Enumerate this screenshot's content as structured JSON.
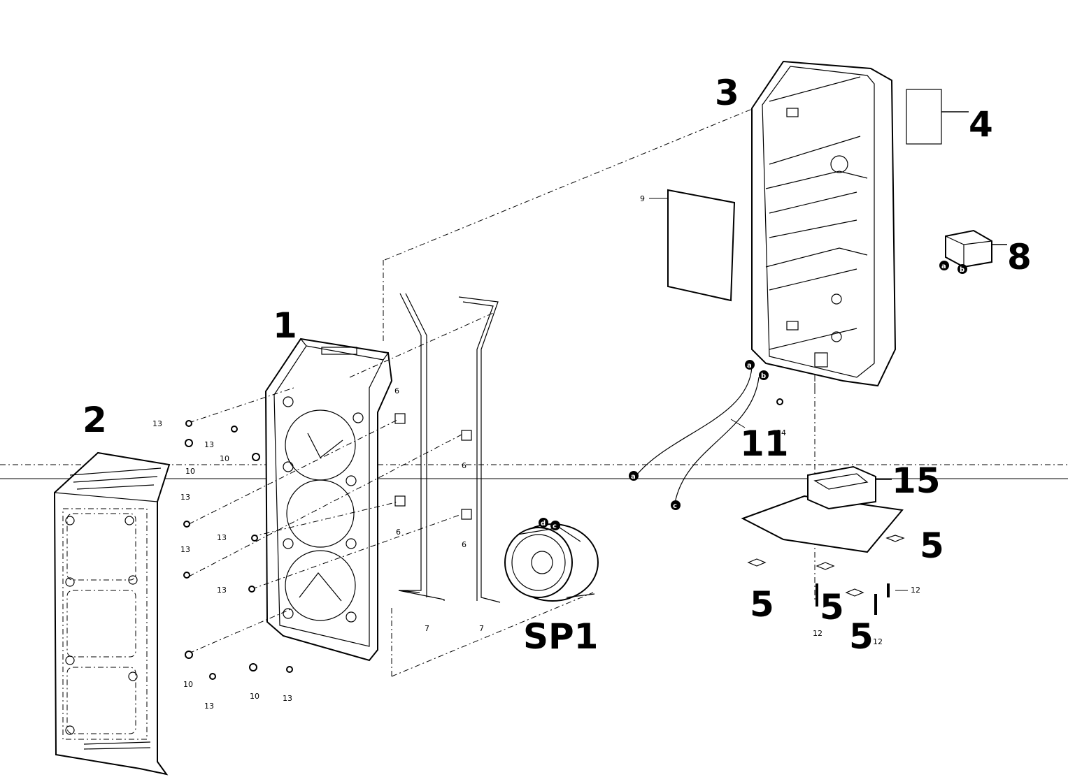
{
  "big_labels": {
    "p1": "1",
    "p2": "2",
    "p3": "3",
    "p4": "4",
    "p5a": "5",
    "p5b": "5",
    "p5c": "5",
    "p5d": "5",
    "p8": "8",
    "p11": "11",
    "p15": "15",
    "sp1": "SP1"
  },
  "small_labels": {
    "l13a": "13",
    "l13b": "13",
    "l13c": "13",
    "l13d": "13",
    "l13e": "13",
    "l13f": "13",
    "l13g": "13",
    "l13h": "13",
    "l10a": "10",
    "l10b": "10",
    "l10c": "10",
    "l10d": "10",
    "l6a": "6",
    "l6b": "6",
    "l6c": "6",
    "l6d": "6",
    "l7a": "7",
    "l7b": "7",
    "l9": "9",
    "l14": "14",
    "l12a": "12",
    "l12b": "12",
    "l12c": "12"
  },
  "terminals": {
    "t1": "a",
    "t2": "b",
    "t3": "a",
    "t4": "b",
    "t5": "a",
    "t6": "c",
    "t7": "d",
    "t8": "c"
  }
}
